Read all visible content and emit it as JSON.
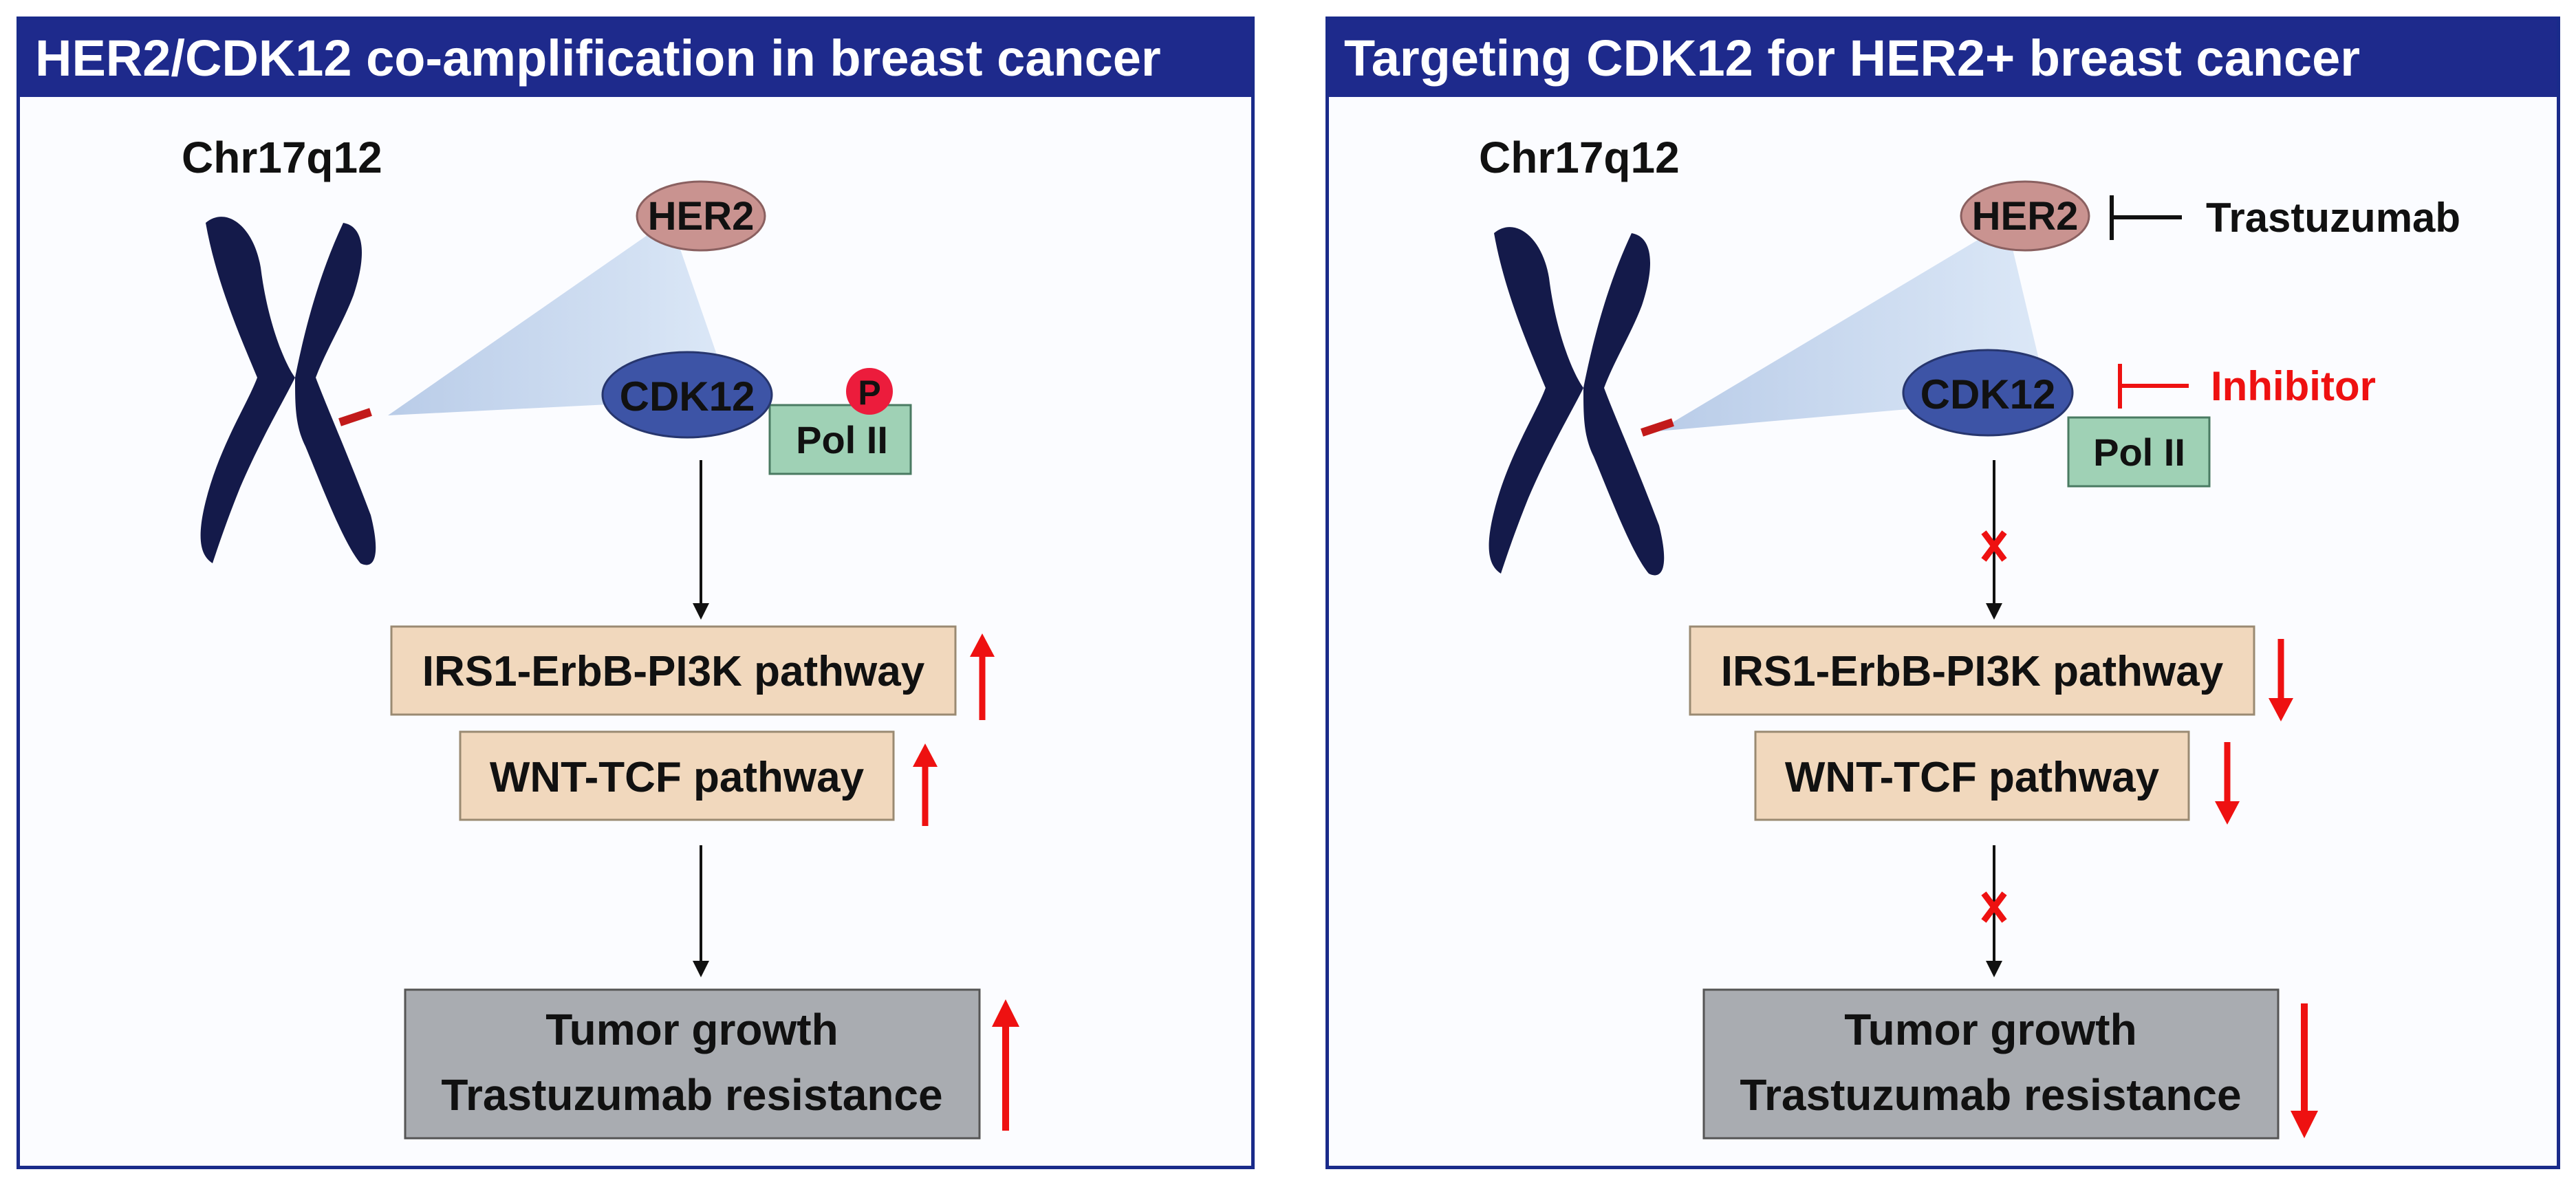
{
  "left_panel": {
    "title": "HER2/CDK12 co-amplification in breast cancer",
    "chromosome_label": "Chr17q12",
    "her2_label": "HER2",
    "cdk12_label": "CDK12",
    "phospho_label": "P",
    "pol2_label": "Pol II",
    "pathway1_label": "IRS1-ErbB-PI3K pathway",
    "pathway2_label": "WNT-TCF pathway",
    "outcome_line1": "Tumor growth",
    "outcome_line2": "Trastuzumab resistance"
  },
  "right_panel": {
    "title": "Targeting CDK12 for HER2+ breast cancer",
    "chromosome_label": "Chr17q12",
    "her2_label": "HER2",
    "cdk12_label": "CDK12",
    "pol2_label": "Pol II",
    "drug1_label": "Trastuzumab",
    "drug2_label": "Inhibitor",
    "pathway1_label": "IRS1-ErbB-PI3K pathway",
    "pathway2_label": "WNT-TCF pathway",
    "outcome_line1": "Tumor growth",
    "outcome_line2": "Trastuzumab resistance"
  },
  "colors": {
    "panel_header": "#1e2a8c",
    "chromosome": "#141a4a",
    "her2_fill": "#c99390",
    "cdk12_fill": "#3d54a6",
    "pol2_fill": "#9fd1b5",
    "pathway_fill": "#f1d8bd",
    "outcome_fill": "#a9acb1",
    "indicator_red": "#ee1111"
  }
}
